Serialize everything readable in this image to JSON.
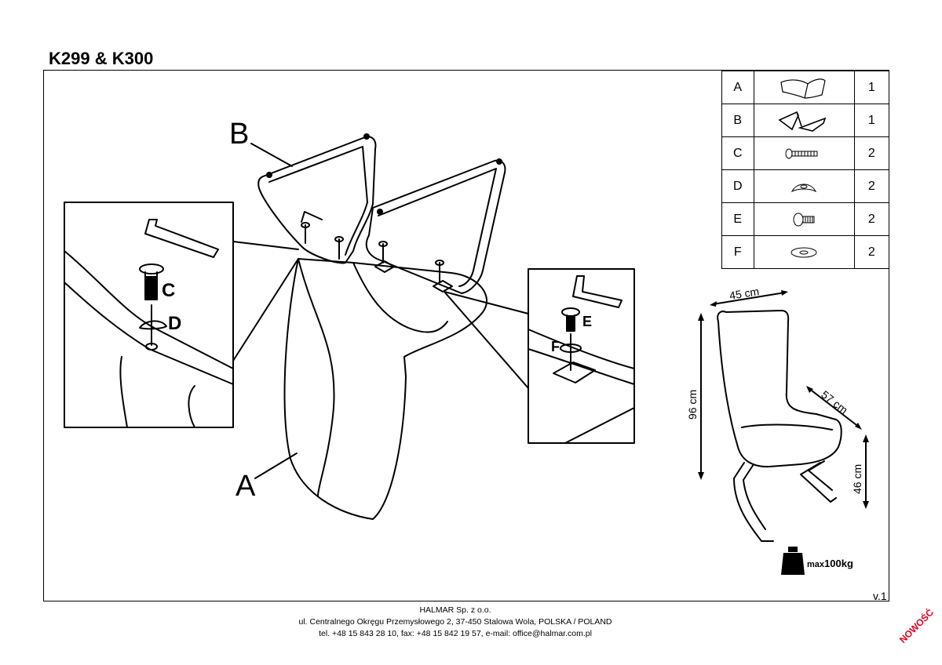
{
  "header": {
    "title": "K299 & K300"
  },
  "parts": [
    {
      "letter": "A",
      "icon": "seat-shell-icon",
      "qty": "1"
    },
    {
      "letter": "B",
      "icon": "frame-icon",
      "qty": "1"
    },
    {
      "letter": "C",
      "icon": "long-screw-icon",
      "qty": "2"
    },
    {
      "letter": "D",
      "icon": "curved-washer-icon",
      "qty": "2"
    },
    {
      "letter": "E",
      "icon": "short-screw-icon",
      "qty": "2"
    },
    {
      "letter": "F",
      "icon": "flat-washer-icon",
      "qty": "2"
    }
  ],
  "diagram": {
    "label_a": "A",
    "label_b": "B",
    "detail_left": {
      "label_c": "C",
      "label_d": "D"
    },
    "detail_right": {
      "label_e": "E",
      "label_f": "F"
    }
  },
  "dimensions": {
    "width": "45 cm",
    "height": "96 cm",
    "depth": "57 cm",
    "seat_height": "46 cm"
  },
  "weight": {
    "prefix": "max",
    "value": "100kg"
  },
  "version": "v.1",
  "footer": {
    "company": "HALMAR Sp. z o.o.",
    "address": "ul. Centralnego Okręgu Przemysłowego 2, 37-450 Stalowa Wola, POLSKA / POLAND",
    "contact": "tel. +48 15 843 28 10, fax: +48 15 842 19 57, e-mail: office@halmar.com.pl"
  },
  "badge": "NOWOŚĆ"
}
